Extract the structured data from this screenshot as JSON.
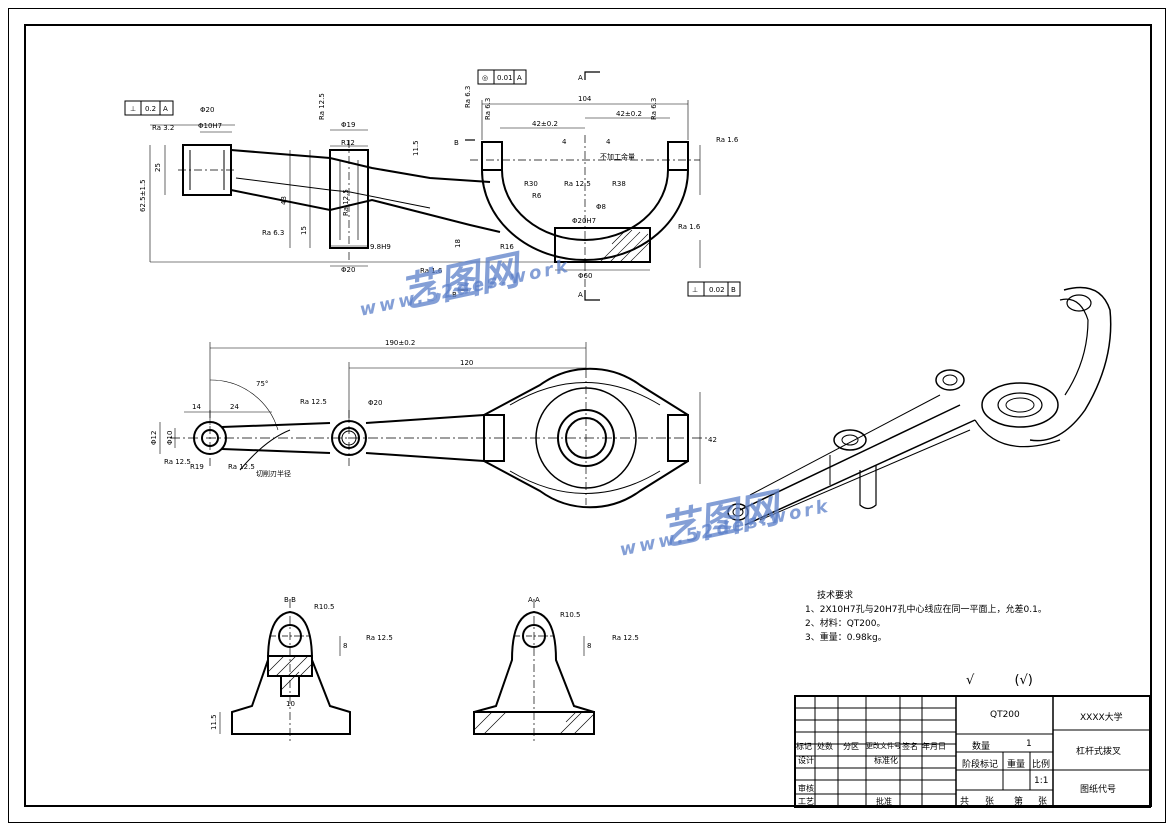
{
  "watermark": {
    "brand_text": "艺图网",
    "url_text": "www.52des.work",
    "color": "#5b7fc9"
  },
  "section_labels": {
    "b_b": "B-B",
    "a_a": "A-A",
    "a_top": "A",
    "a_bottom": "A",
    "b_left": "B",
    "b_bottom": "B"
  },
  "dimensions": {
    "phi20_top": "Φ20",
    "phi10h7": "Φ10H7",
    "phi19": "Φ19",
    "r12": "R12",
    "dim_104": "104",
    "dim_42a": "42±0.2",
    "dim_42b": "42±0.2",
    "dim_4a": "4",
    "dim_4b": "4",
    "phi8": "Φ8",
    "phi20h7": "Φ20H7",
    "phi60": "Φ60",
    "phi20_bottom": "Φ20",
    "dim_98h9": "9.8H9",
    "dim_62": "62.5±1.5",
    "dim_25": "25",
    "dim_43": "43",
    "dim_15": "15",
    "dim_18": "18",
    "dim_115": "11.5",
    "r30": "R30",
    "r38": "R38",
    "r16": "R16",
    "r6": "R6",
    "dim_190": "190±0.2",
    "dim_120": "120",
    "dim_14": "14",
    "dim_24": "24",
    "angle_75": "75°",
    "phi20_mid": "Φ20",
    "phi12": "Φ12",
    "phi10": "Φ10",
    "r19": "R19",
    "dim_42_right": "42",
    "r105_bb": "R10.5",
    "r105_aa": "R10.5",
    "dim_8_bb": "8",
    "dim_8_aa": "8",
    "dim_10_bb": "10",
    "dim_115_bb": "11.5"
  },
  "annotations": {
    "no_machining": "不加工余量",
    "cut_half": "切削刃半径",
    "ra_32": "Ra 3.2",
    "ra_125a": "Ra 12.5",
    "ra_63a": "Ra 6.3",
    "ra_63b": "Ra 6.3",
    "ra_63c": "Ra 6.3",
    "ra_16a": "Ra 1.6",
    "ra_16b": "Ra 1.6",
    "ra_16c": "Ra 1.6",
    "ra_125b": "Ra 12.5",
    "ra_125c": "Ra 12.5",
    "ra_125d": "Ra 12.5",
    "ra_125e": "Ra 12.5",
    "ra_125f": "Ra 12.5",
    "ra_125g": "Ra 12.5",
    "ra_125h": "Ra 12.5"
  },
  "tolerance_frames": {
    "perp_a": {
      "symbol": "⊥",
      "value": "0.2",
      "datum": "A"
    },
    "conc": {
      "symbol": "◎",
      "value": "0.01",
      "datum": "A"
    },
    "perp_b": {
      "symbol": "⊥",
      "value": "0.02",
      "datum": "B"
    }
  },
  "tech_requirements": {
    "title": "技术要求",
    "items": [
      "1、2X10H7孔与20H7孔中心线应在同一平面上，允差0.1。",
      "2、材料：QT200。",
      "3、重量：0.98kg。"
    ]
  },
  "roughness_note": {
    "symbol": "√",
    "bracket": "(√)"
  },
  "title_block": {
    "material": "QT200",
    "school": "XXXX大学",
    "part_name": "杠杆式拨叉",
    "drawing_no_label": "图纸代号",
    "quantity_label": "数量",
    "quantity_value": "1",
    "stage_label": "阶段标记",
    "weight_label": "重量",
    "scale_label": "比例",
    "scale_value": "1:1",
    "total_label": "共",
    "sheet_label": "张",
    "page_label": "第",
    "page_sheet_label": "张",
    "rev_mark": "标记",
    "rev_count": "处数",
    "rev_area": "分区",
    "rev_doc": "更改文件号",
    "rev_sign": "签名",
    "rev_date": "年月日",
    "design": "设计",
    "standardize": "标准化",
    "review": "审核",
    "craft": "工艺",
    "approve": "批准"
  }
}
